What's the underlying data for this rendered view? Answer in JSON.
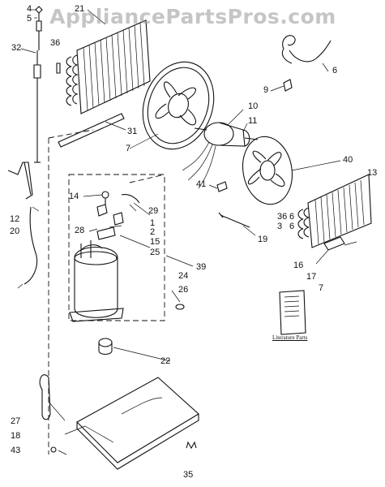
{
  "watermark": "AppliancePartsPros.com",
  "literature_label": "Literature Parts",
  "callouts": {
    "c4": "4",
    "c5": "5",
    "c36a": "36",
    "c32": "32",
    "c21": "21",
    "c6a": "6",
    "c31": "31",
    "c7": "7",
    "c9": "9",
    "c10": "10",
    "c11": "11",
    "c40": "40",
    "c13": "13",
    "c12": "12",
    "c20": "20",
    "c14": "14",
    "c29": "29",
    "c41": "41",
    "c28": "28",
    "c1": "1",
    "c2": "2",
    "c15": "15",
    "c25": "25",
    "c36b": "36",
    "c6b": "6",
    "c3": "3",
    "c6c": "6",
    "c19": "19",
    "c39": "39",
    "c24": "24",
    "c26": "26",
    "c16": "16",
    "c17": "17",
    "c7b": "7",
    "c22": "22",
    "c27": "27",
    "c18": "18",
    "c43": "43",
    "c35": "35"
  }
}
